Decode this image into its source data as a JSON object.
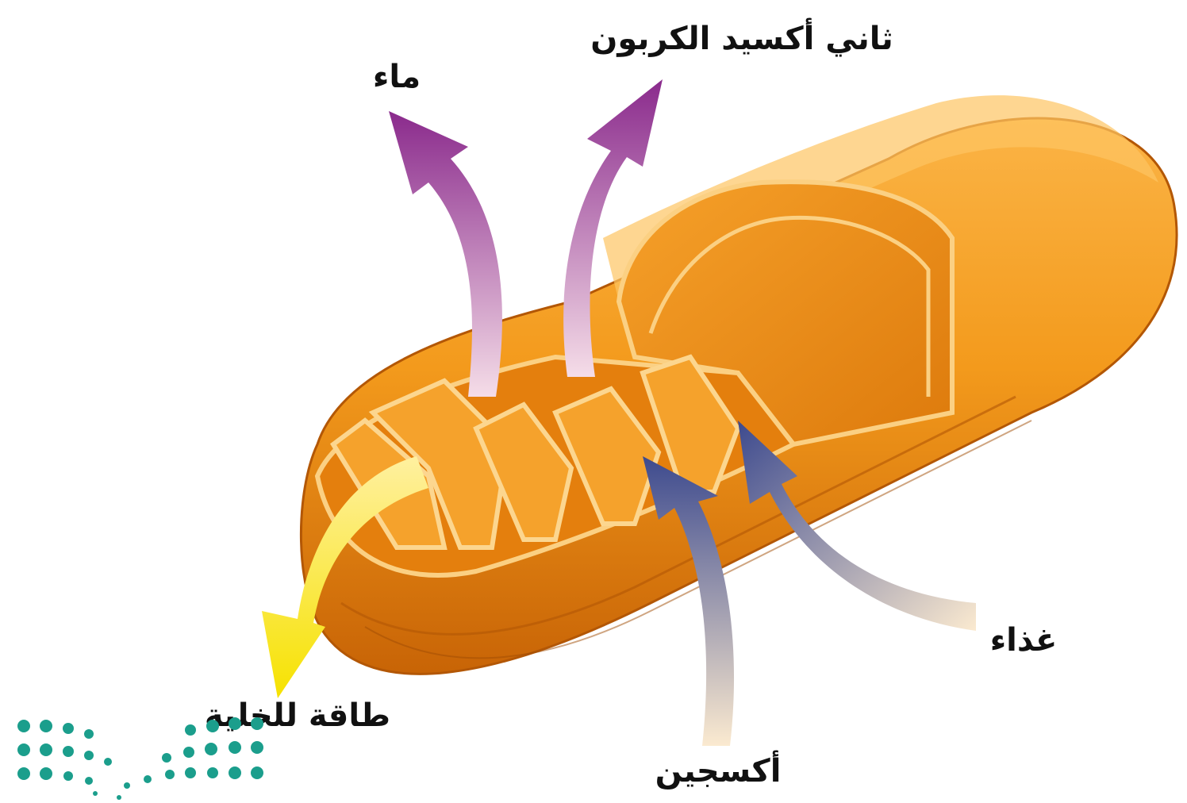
{
  "labels": {
    "water": "ماء",
    "carbon_dioxide": "ثاني أكسيد الكربون",
    "food": "غذاء",
    "oxygen": "أكسجين",
    "cell_energy": "طاقة للخلية"
  },
  "colors": {
    "background": "#ffffff",
    "mitochondrion_outer": "#f08c14",
    "mitochondrion_inner": "#f7b13a",
    "mitochondrion_dark": "#c95f06",
    "output_arrow_top": "#8a2a8c",
    "output_arrow_bottom": "#f3d7e3",
    "input_arrow_top": "#3d4a8e",
    "input_arrow_bottom": "#fbead0",
    "energy_arrow": "#f6e200",
    "logo_dots": "#1b9e8c"
  },
  "icons": [
    "mitochondrion-icon",
    "ministry-logo-icon"
  ]
}
